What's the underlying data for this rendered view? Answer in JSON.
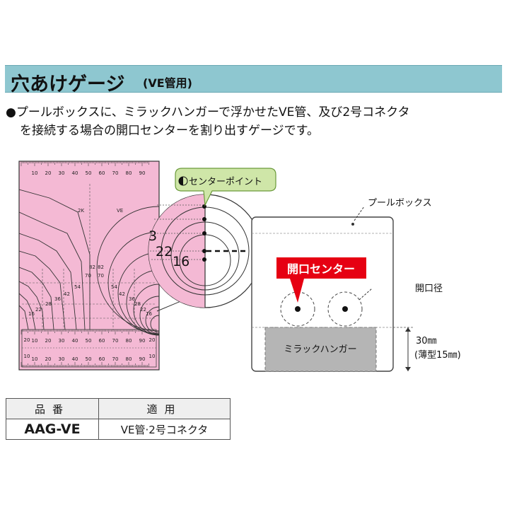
{
  "header": {
    "title": "穴あけゲージ",
    "subtitle": "(VE管用)"
  },
  "description": {
    "line1": "●プールボックスに、ミラックハンガーで浮かせたVE管、及び2号コネクタ",
    "line2": "を接続する場合の開口センターを割り出すゲージです。"
  },
  "gauge": {
    "top_ruler_labels": [
      "10",
      "20",
      "30",
      "40",
      "50",
      "60",
      "70",
      "80",
      "90"
    ],
    "bottom_ruler_labels": [
      "10",
      "20",
      "30",
      "40",
      "50",
      "60",
      "70",
      "80",
      "90"
    ],
    "side_labels": [
      "20",
      "10",
      "20",
      "10"
    ],
    "curve_labels": [
      "2K",
      "VE",
      "82",
      "70",
      "82",
      "70",
      "54",
      "54",
      "42",
      "42",
      "36",
      "36",
      "28",
      "28",
      "22",
      "22",
      "16",
      "16"
    ],
    "colors": {
      "paper": "#f4b9d4",
      "border": "#333333"
    }
  },
  "zoom": {
    "callout": "センターポイント",
    "labels": [
      "3",
      "22",
      "16"
    ]
  },
  "box": {
    "label": "プールボックス",
    "center_label": "開口センター",
    "hole_label": "開口径",
    "hanger_label": "ミラックハンガー",
    "dimension": "30㎜",
    "dimension_note": "(薄型15㎜)",
    "colors": {
      "center_callout": "#e60012",
      "hanger": "#b5b5b5"
    }
  },
  "spec_table": {
    "headers": [
      "品番",
      "適用"
    ],
    "rows": [
      {
        "code": "AAG-VE",
        "use": "VE管·2号コネクタ"
      }
    ]
  }
}
